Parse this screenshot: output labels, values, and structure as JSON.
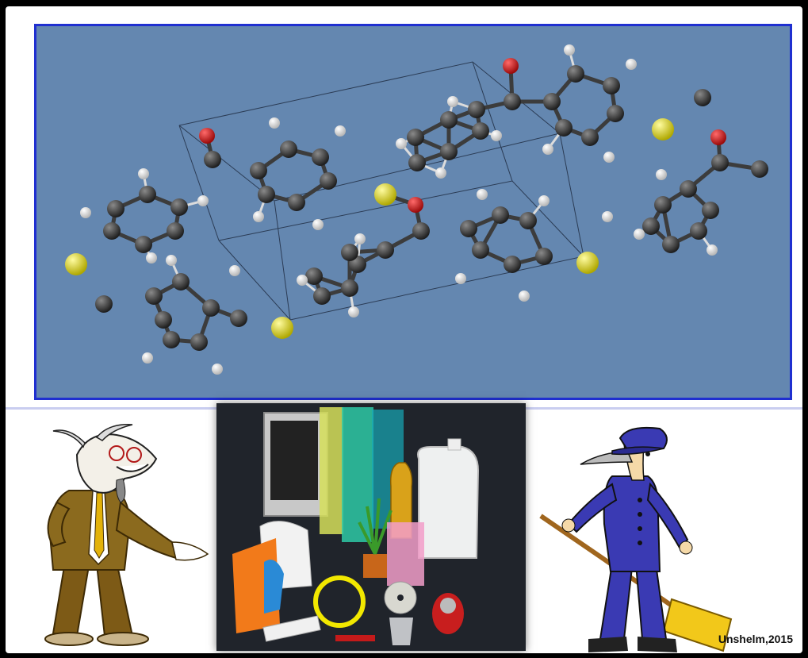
{
  "scene": {
    "top_panel": "molecule-crystal-structure",
    "bottom_left": "goat-professor-cartoon",
    "bottom_center": "plastic-products-photo",
    "bottom_right": "bird-sweeper-cartoon"
  },
  "colors": {
    "panel_bg": "#6487b0",
    "panel_border": "#1f2fd0",
    "carbon": "#3a3a3a",
    "oxygen": "#d21818",
    "sulfur": "#e8e01a",
    "hydrogen": "#f4f4f4"
  },
  "credit": "Unshelm,2015"
}
